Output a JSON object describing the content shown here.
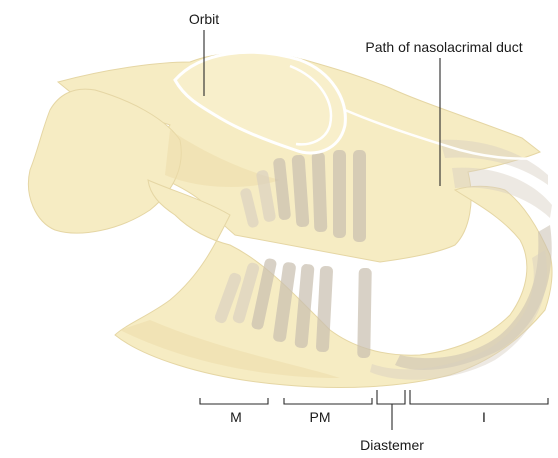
{
  "labels": {
    "orbit": "Orbit",
    "nasolacrimal": "Path of nasolacrimal duct",
    "molars": "M",
    "premolars": "PM",
    "incisors": "I",
    "diastemer": "Diastemer"
  },
  "colors": {
    "bone": "#f6ecc3",
    "tooth": "#c9bfb0",
    "duct": "#ffffff",
    "line": "#2a2a2a"
  }
}
